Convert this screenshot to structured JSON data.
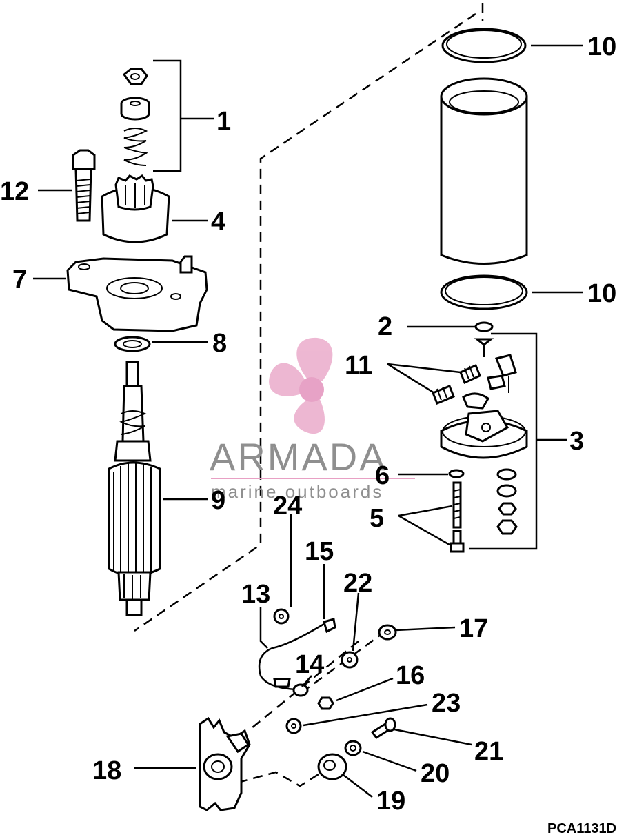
{
  "diagram": {
    "drawing_code": "PCA1131D",
    "callouts": [
      "1",
      "2",
      "3",
      "4",
      "5",
      "6",
      "7",
      "8",
      "9",
      "10",
      "10",
      "11",
      "12",
      "13",
      "14",
      "15",
      "16",
      "17",
      "18",
      "19",
      "20",
      "21",
      "22",
      "23",
      "24"
    ]
  },
  "watermark": {
    "brand": "ARMADA",
    "tagline": "marine outboards",
    "logo": "propeller-logo-icon",
    "color": "#e8a0c4"
  }
}
